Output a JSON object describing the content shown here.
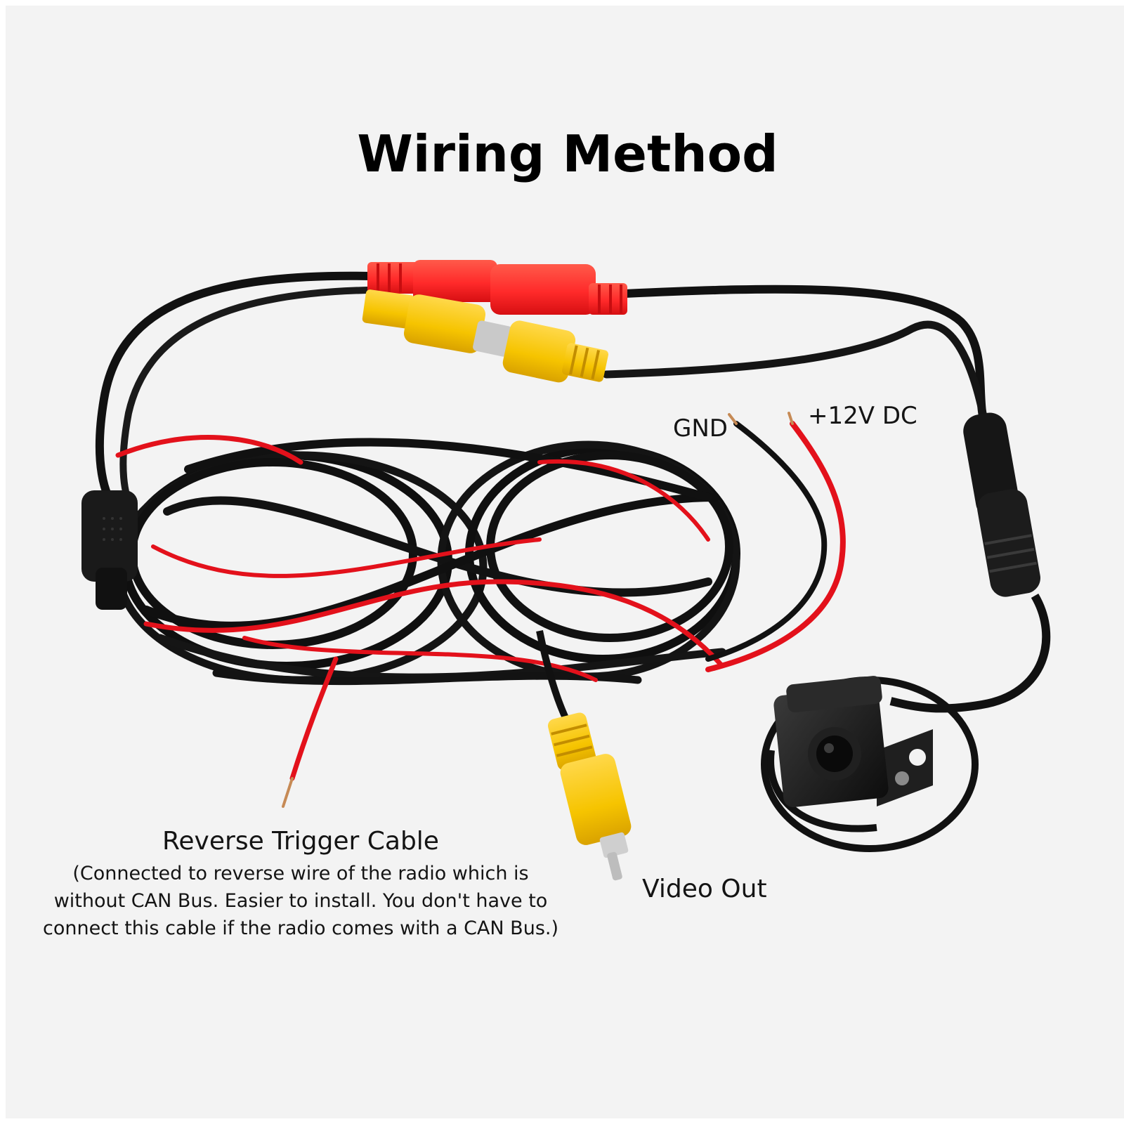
{
  "title": "Wiring Method",
  "labels": {
    "gnd": "GND",
    "power": "+12V DC",
    "video_out": "Video Out",
    "reverse_trigger": "Reverse Trigger Cable",
    "reverse_trigger_note_lines": [
      "(Connected to reverse wire of the radio which is",
      "without CAN Bus. Easier to install. You don't have to",
      "connect this cable if the radio comes with a CAN Bus.)"
    ]
  },
  "colors": {
    "background": "#f3f3f3",
    "cable_black": "#111111",
    "wire_red": "#e3111b",
    "rca_yellow": "#f7c500",
    "connector_red": "#ff3030"
  },
  "icons": [
    "backup-camera",
    "rca-connector",
    "power-connector",
    "loose-cable-bundle"
  ]
}
